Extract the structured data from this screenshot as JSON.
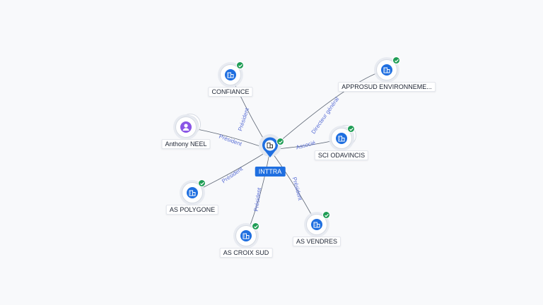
{
  "center": {
    "label": "INTTRA",
    "icon": "building-icon",
    "verified": true
  },
  "nodes": [
    {
      "id": "confiance",
      "label": "CONFIANCE",
      "icon": "building-icon",
      "kind": "company",
      "verified": true
    },
    {
      "id": "approsud",
      "label": "APPROSUD ENVIRONNEME...",
      "icon": "building-icon",
      "kind": "company",
      "verified": true
    },
    {
      "id": "anthony",
      "label": "Anthony NEEL",
      "icon": "person-icon",
      "kind": "person",
      "verified": false
    },
    {
      "id": "odavincis",
      "label": "SCI ODAVINCIS",
      "icon": "building-icon",
      "kind": "company",
      "verified": true
    },
    {
      "id": "polygone",
      "label": "AS POLYGONE",
      "icon": "building-icon",
      "kind": "company",
      "verified": true
    },
    {
      "id": "croixsud",
      "label": "AS CROIX SUD",
      "icon": "building-icon",
      "kind": "company",
      "verified": true
    },
    {
      "id": "vendres",
      "label": "AS VENDRES",
      "icon": "building-icon",
      "kind": "company",
      "verified": true
    }
  ],
  "edges": [
    {
      "to": "confiance",
      "label": "Président"
    },
    {
      "to": "approsud",
      "label": "Directeur général"
    },
    {
      "to": "anthony",
      "label": "Président"
    },
    {
      "to": "odavincis",
      "label": "Associé"
    },
    {
      "to": "polygone",
      "label": "Président"
    },
    {
      "to": "croixsud",
      "label": "Président"
    },
    {
      "to": "vendres",
      "label": "Président"
    }
  ],
  "colors": {
    "company": "#1f6fe0",
    "person": "#8a55e6",
    "verified": "#1f9d55",
    "edge_label": "#5a6fd6"
  }
}
